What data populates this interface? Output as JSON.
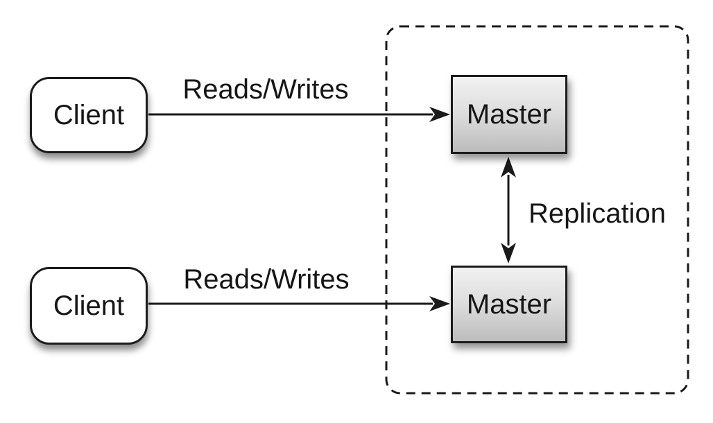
{
  "diagram": {
    "description": "Master-master replication cluster diagram",
    "nodes": {
      "client_top": {
        "label": "Client"
      },
      "client_bottom": {
        "label": "Client"
      },
      "master_top": {
        "label": "Master"
      },
      "master_bottom": {
        "label": "Master"
      }
    },
    "edges": {
      "reads_writes_top": {
        "label": "Reads/Writes",
        "from": "client_top",
        "to": "master_top"
      },
      "reads_writes_bottom": {
        "label": "Reads/Writes",
        "from": "client_bottom",
        "to": "master_bottom"
      },
      "replication": {
        "label": "Replication",
        "from": "master_top",
        "to": "master_bottom",
        "bidirectional": true
      }
    },
    "colors": {
      "background": "#ffffff",
      "stroke": "#1a1a1a",
      "client_fill": "#ffffff",
      "master_gradient_top": "#f1f1f1",
      "master_gradient_bottom": "#bcbcbc",
      "text": "#161616"
    }
  }
}
